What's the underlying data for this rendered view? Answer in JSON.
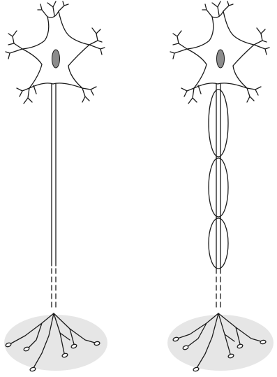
{
  "diagram": {
    "neurons": [
      {
        "id": "left",
        "myelinated": false,
        "myelin_segments": 0
      },
      {
        "id": "right",
        "myelinated": true,
        "myelin_segments": 3
      }
    ],
    "colors": {
      "line": "#1a1a1a",
      "nucleus_fill": "#8c8c8c",
      "terminal_shadow": "#e6e6e6",
      "background": "#ffffff"
    }
  }
}
